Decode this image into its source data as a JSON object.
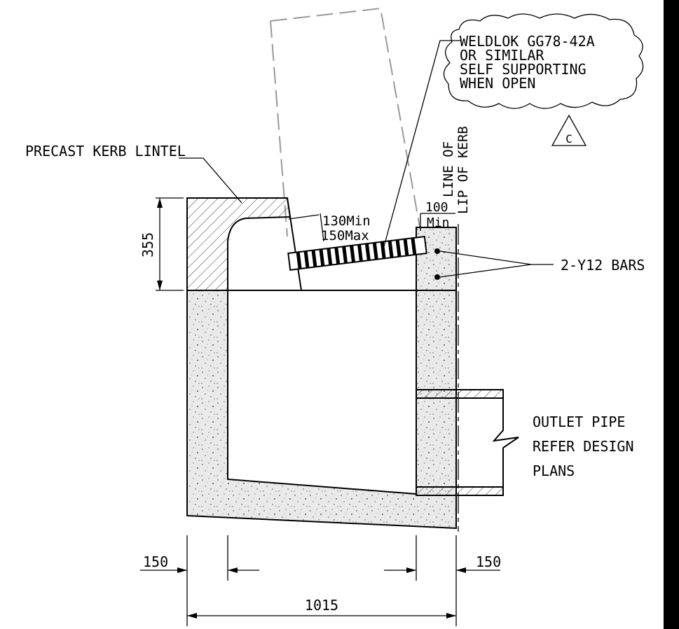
{
  "labels": {
    "grate_note": [
      "WELDLOK GG78-42A",
      "OR SIMILAR",
      "SELF SUPPORTING",
      "WHEN OPEN"
    ],
    "revision_tag": "C",
    "lintel": "PRECAST KERB LINTEL",
    "line_of_lip": [
      "LINE OF",
      "LIP OF KERB"
    ],
    "bars": "2-Y12 BARS",
    "outlet": [
      "OUTLET PIPE",
      "REFER DESIGN",
      "PLANS"
    ]
  },
  "dimensions": {
    "lintel_height": "355",
    "grate_depth": [
      "130Min",
      "150Max"
    ],
    "kerb_offset": [
      "100",
      "Min"
    ],
    "wall_left": "150",
    "wall_right": "150",
    "overall_width": "1015"
  },
  "colors": {
    "line": "#000000",
    "hidden": "#999999",
    "border": "#000000"
  }
}
